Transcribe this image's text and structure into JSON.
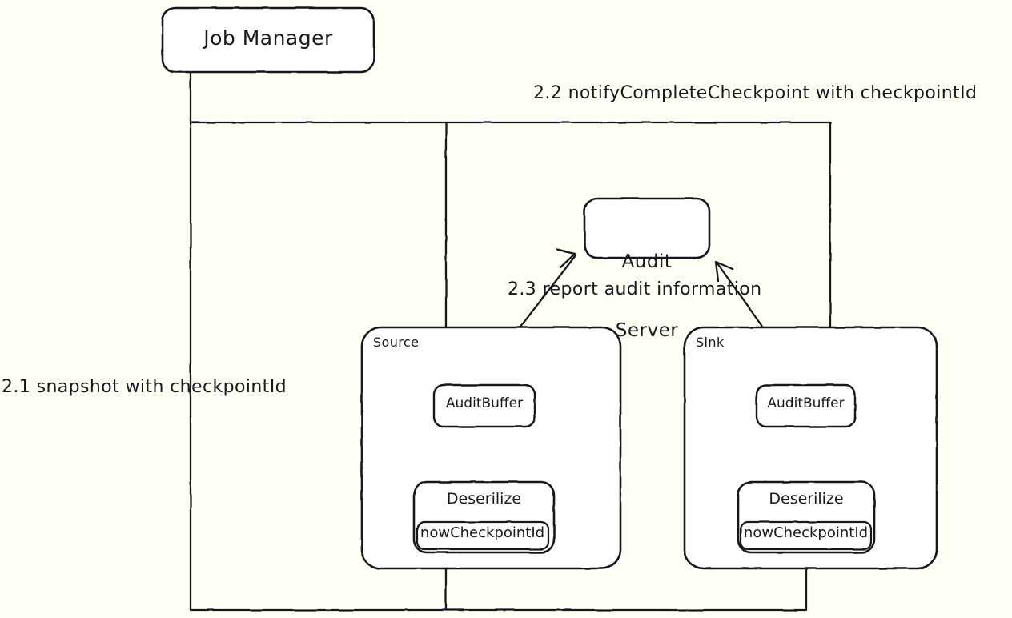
{
  "diagram": {
    "title": "Audit checkpoint flow",
    "background_color": "#fffff5",
    "stroke_color": "#16191d",
    "node_fill_color": "#ffffff",
    "nodes": {
      "job_manager": {
        "label": "Job Manager"
      },
      "audit_server": {
        "label": "Audit\nServer",
        "line1": "Audit",
        "line2": "Server"
      },
      "source_group": {
        "label": "Source"
      },
      "sink_group": {
        "label": "Sink"
      },
      "source_audit_buffer": {
        "label": "AuditBuffer"
      },
      "sink_audit_buffer": {
        "label": "AuditBuffer"
      },
      "source_deserilize": {
        "label": "Deserilize"
      },
      "sink_deserilize": {
        "label": "Deserilize"
      },
      "source_now_checkpoint_id": {
        "label": "nowCheckpointId"
      },
      "sink_now_checkpoint_id": {
        "label": "nowCheckpointId"
      }
    },
    "edges": [
      {
        "id": "edge-2-1",
        "label": "2.1 snapshot with checkpointId",
        "from": "job_manager",
        "to": "nowCheckpointId fields"
      },
      {
        "id": "edge-2-2",
        "label": "2.2 notifyCompleteCheckpoint with checkpointId",
        "from": "job_manager",
        "to": "AuditBuffer nodes"
      },
      {
        "id": "edge-2-3",
        "label": "2.3 report audit information",
        "from": "AuditBuffer nodes",
        "to": "audit_server"
      }
    ]
  }
}
